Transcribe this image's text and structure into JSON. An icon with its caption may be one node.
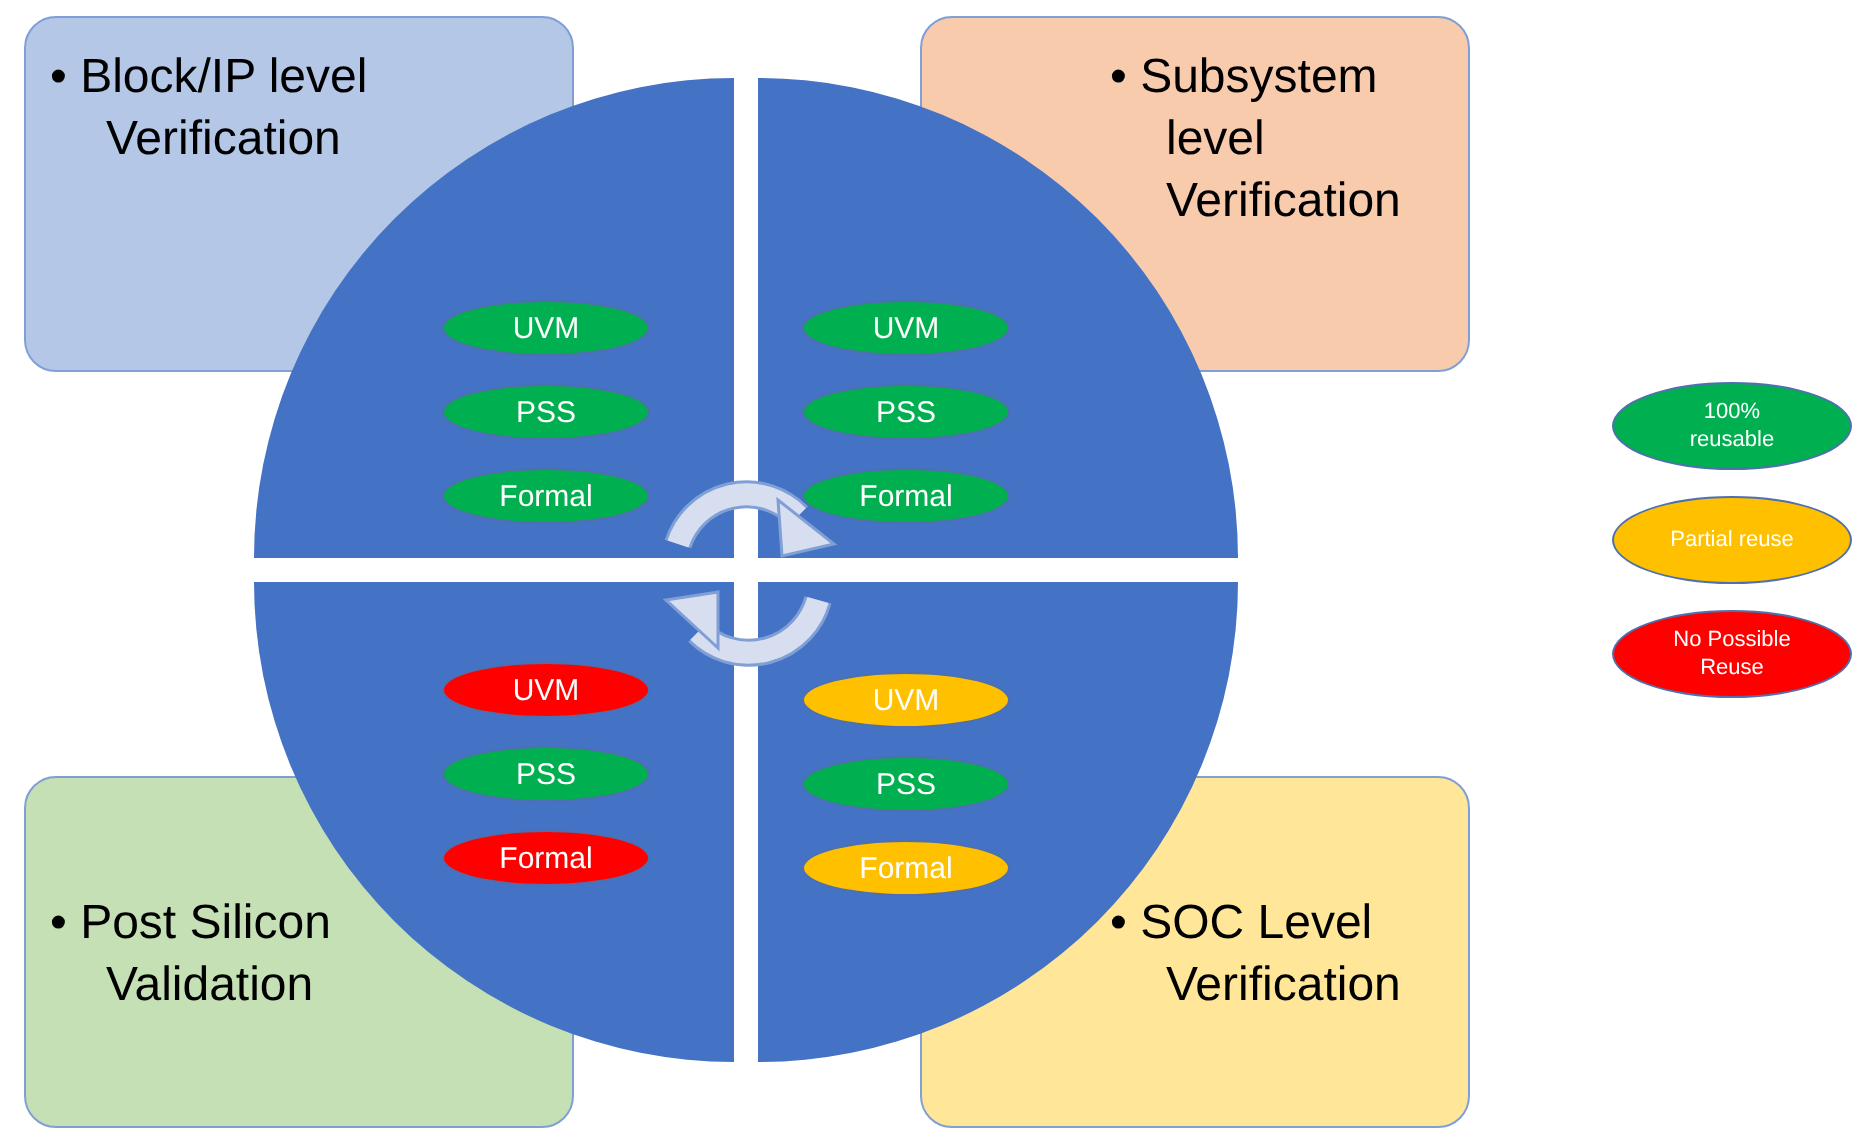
{
  "diagram": {
    "nodes": [
      {
        "text": [
          "• Block/IP level Verification"
        ]
      },
      {
        "text": [
          "• Subsystem level Verification"
        ]
      },
      {
        "text": [],
        "shape": "sector"
      },
      {
        "text": [
          "UVM"
        ],
        "in": 2
      },
      {
        "text": [
          "PSS"
        ],
        "in": 2
      },
      {
        "text": [
          "Formal"
        ],
        "in": 2
      },
      {
        "text": [],
        "shape": "sector"
      },
      {
        "text": [
          "UVM"
        ],
        "in": 6
      },
      {
        "text": [
          "PSS"
        ],
        "in": 6
      },
      {
        "text": [
          "Formal"
        ],
        "in": 6
      },
      {
        "text": [],
        "shape": "sector"
      },
      {
        "text": [
          "UVM"
        ],
        "in": 10
      },
      {
        "text": [
          "PSS"
        ],
        "in": 10
      },
      {
        "text": [
          "Formal"
        ],
        "in": 10
      },
      {
        "text": [],
        "shape": "sector"
      },
      {
        "text": [
          "UVM"
        ],
        "in": 14
      },
      {
        "text": [
          "PSS"
        ],
        "in": 14
      },
      {
        "text": [
          "Formal"
        ],
        "in": 14
      },
      {
        "text": [
          "• Post Silicon Validation"
        ]
      },
      {
        "text": [
          "• SOC Level Verification"
        ]
      }
    ],
    "edges": [],
    "legend": [
      {
        "text": "100% reusable",
        "color": "#00b050"
      },
      {
        "text": "Partial reuse",
        "color": "#ffc000"
      },
      {
        "text": "No Possible Reuse",
        "color": "#ff0000"
      }
    ]
  }
}
